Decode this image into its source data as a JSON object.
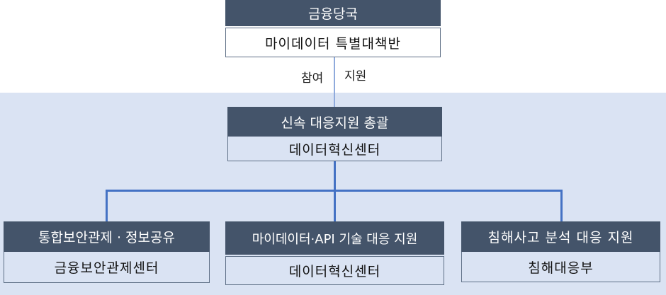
{
  "colors": {
    "header_bg": "#44546A",
    "panel_bg": "#DAE3F3",
    "connector": "#4472C4"
  },
  "top": {
    "header": "금융당국",
    "sub": "마이데이터 특별대책반"
  },
  "link_labels": {
    "left": "참여",
    "right": "지원"
  },
  "middle": {
    "header": "신속 대응지원 총괄",
    "sub": "데이터혁신센터"
  },
  "bottom": [
    {
      "header": "통합보안관제 · 정보공유",
      "sub": "금융보안관제센터"
    },
    {
      "header": "마이데이터·API 기술 대응 지원",
      "sub": "데이터혁신센터"
    },
    {
      "header": "침해사고 분석 대응 지원",
      "sub": "침해대응부"
    }
  ]
}
